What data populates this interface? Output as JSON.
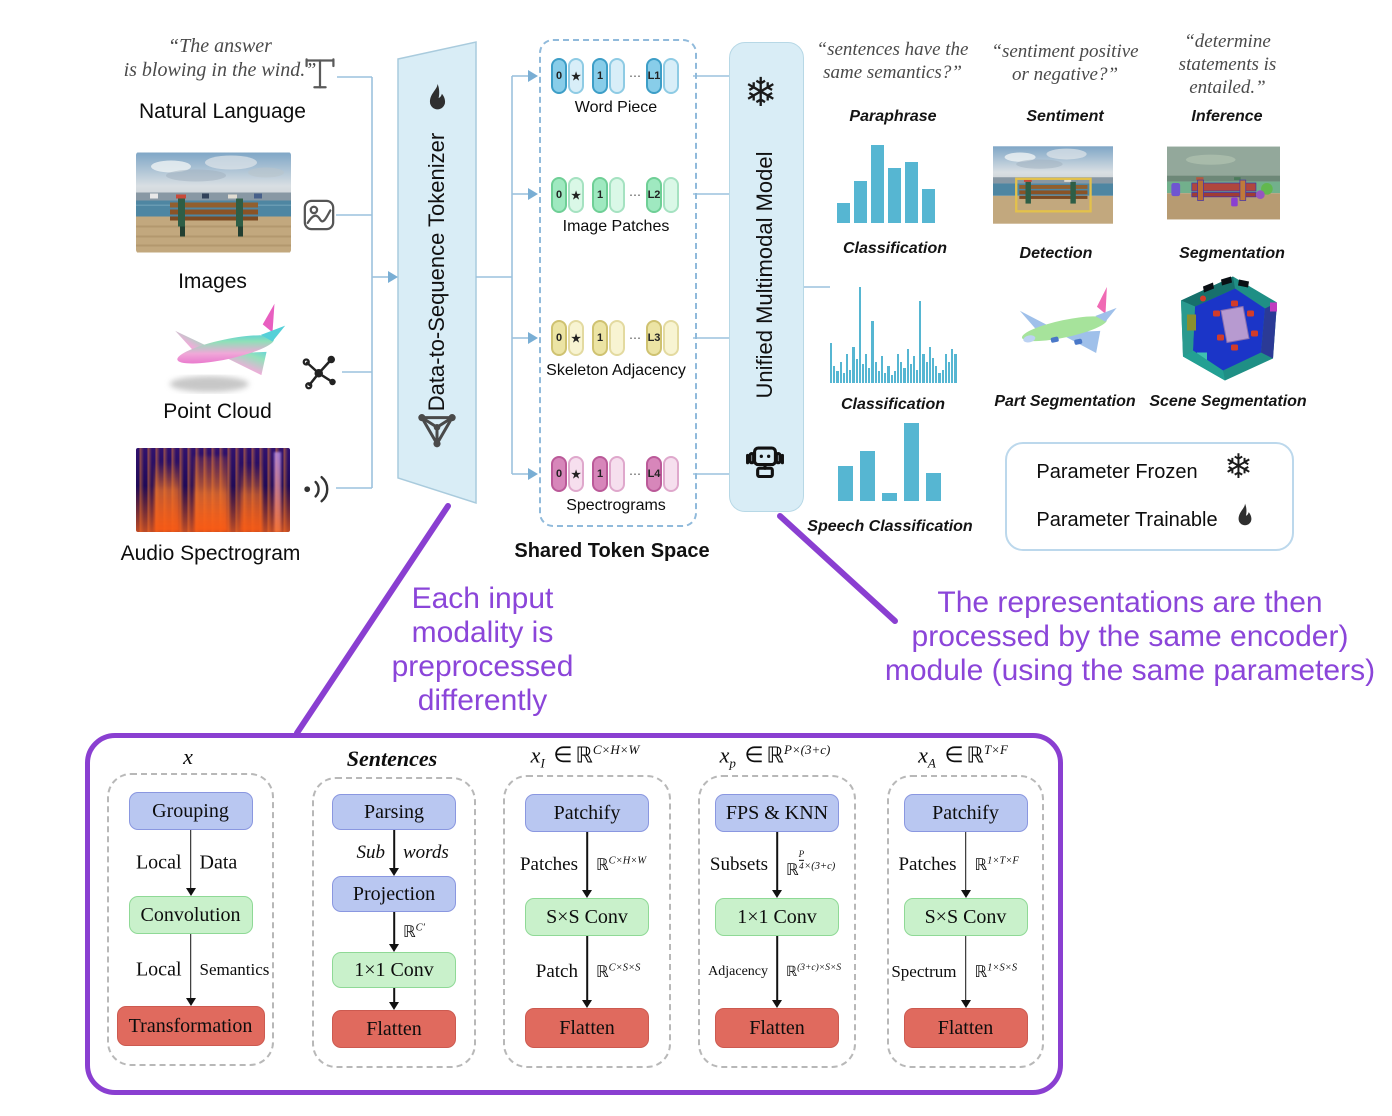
{
  "palette": {
    "panel_blue_fill": "#d9edf6",
    "panel_blue_border": "#a9cbdd",
    "connector_blue": "#9cc2dd",
    "dashed_blue": "#90badb",
    "bar_teal": "#56b6d2",
    "annotation_purple": "#8b45d9",
    "box_blue": "#b9c7f1",
    "box_green": "#c9f1cb",
    "box_red": "#e06a5e"
  },
  "inputs": {
    "quote_nl": [
      "“The answer",
      "is blowing in the wind.”"
    ],
    "label_nl": "Natural Language",
    "label_images": "Images",
    "label_pc": "Point Cloud",
    "label_audio": "Audio Spectrogram"
  },
  "tokenizer": {
    "label": "Data-to-Sequence Tokenizer"
  },
  "token_space": {
    "title": "Shared Token Space",
    "rows": [
      {
        "label": "Word Piece",
        "cls": "blue",
        "tokens": [
          "0",
          "★",
          "1",
          "",
          "L1",
          ""
        ],
        "dots": "⋯"
      },
      {
        "label": "Image Patches",
        "cls": "green",
        "tokens": [
          "0",
          "★",
          "1",
          "",
          "L2",
          ""
        ],
        "dots": "⋯"
      },
      {
        "label": "Skeleton Adjacency",
        "cls": "yellow",
        "tokens": [
          "0",
          "★",
          "1",
          "",
          "L3",
          ""
        ],
        "dots": "⋯"
      },
      {
        "label": "Spectrograms",
        "cls": "pink",
        "tokens": [
          "0",
          "★",
          "1",
          "",
          "L4",
          ""
        ],
        "dots": "⋯"
      }
    ]
  },
  "model": {
    "label": "Unified Multimodal Model"
  },
  "tasks": {
    "text_quote": [
      "“sentences have the",
      "same semantics?”"
    ],
    "senti_quote": [
      "“sentiment positive",
      "or negative?”"
    ],
    "nli_quote": [
      "“determine",
      "statements is",
      "entailed.”"
    ],
    "sentiment": "Sentiment",
    "inference": "Inference",
    "detection": "Detection",
    "segmentation": "Segmentation",
    "part_segmentation": "Part Segmentation",
    "scene_segmentation": "Scene Segmentation"
  },
  "legend": {
    "frozen": "Parameter Frozen",
    "trainable": "Parameter Trainable"
  },
  "annotations": {
    "left": [
      "Each input",
      "modality is",
      "preprocessed",
      "differently"
    ],
    "right": [
      "The representations are then",
      "processed by the same encoder)",
      "module (using the same parameters)"
    ]
  },
  "pipelines": {
    "col1": {
      "title": "x",
      "s1": "Grouping",
      "m1l": "Local",
      "m1r": "Data",
      "s2": "Convolution",
      "m2l": "Local",
      "m2r": "Semantics",
      "s3": "Transformation"
    },
    "col2": {
      "title": "Sentences",
      "s1": "Parsing",
      "m1l": "Sub",
      "m1r": "words",
      "s2": "Projection",
      "m2base": "ℝ",
      "m2sup": "C′",
      "s3": "1×1 Conv",
      "s4": "Flatten"
    },
    "col3": {
      "v": "x",
      "sub": "I",
      "mem": "∈",
      "base": "ℝ",
      "sup": "C×H×W",
      "s1": "Patchify",
      "m1l": "Patches",
      "m1base": "ℝ",
      "m1sup": "C×H×W",
      "s2": "S×S Conv",
      "m2l": "Patch",
      "m2base": "ℝ",
      "m2sup": "C×S×S",
      "s3": "Flatten"
    },
    "col4": {
      "v": "x",
      "sub": "p",
      "mem": "∈",
      "base": "ℝ",
      "sup": "P×(3+c)",
      "s1": "FPS & KNN",
      "m1l": "Subsets",
      "m1base": "ℝ",
      "m1num": "P",
      "m1den": "4",
      "m1rest": "×(3+c)",
      "s2": "1×1 Conv",
      "m2l": "Adjacency",
      "m2base": "ℝ",
      "m2sup": "(3+c)×S×S",
      "s3": "Flatten"
    },
    "col5": {
      "v": "x",
      "sub": "A",
      "mem": "∈",
      "base": "ℝ",
      "sup": "T×F",
      "s1": "Patchify",
      "m1l": "Patches",
      "m1base": "ℝ",
      "m1sup": "1×T×F",
      "s2": "S×S Conv",
      "m2l": "Spectrum",
      "m2base": "ℝ",
      "m2sup": "1×S×S",
      "s3": "Flatten"
    }
  },
  "chart_data": [
    {
      "type": "bar",
      "task": "Paraphrase",
      "caption": "Classification",
      "values": [
        0.25,
        0.54,
        1.0,
        0.71,
        0.78,
        0.43
      ]
    },
    {
      "type": "bar",
      "caption": "Classification",
      "values": [
        0.42,
        0.18,
        0.12,
        0.22,
        0.1,
        0.3,
        0.14,
        0.38,
        0.25,
        1.0,
        0.2,
        0.3,
        0.16,
        0.65,
        0.22,
        0.12,
        0.28,
        0.1,
        0.18,
        0.08,
        0.12,
        0.3,
        0.22,
        0.16,
        0.35,
        0.2,
        0.28,
        0.14,
        0.85,
        0.3,
        0.22,
        0.38,
        0.26,
        0.18,
        0.1,
        0.14,
        0.3,
        0.22,
        0.35,
        0.3
      ]
    },
    {
      "type": "bar",
      "caption": "Speech Classification",
      "values": [
        0.45,
        0.64,
        0.1,
        1.0,
        0.36
      ]
    }
  ]
}
